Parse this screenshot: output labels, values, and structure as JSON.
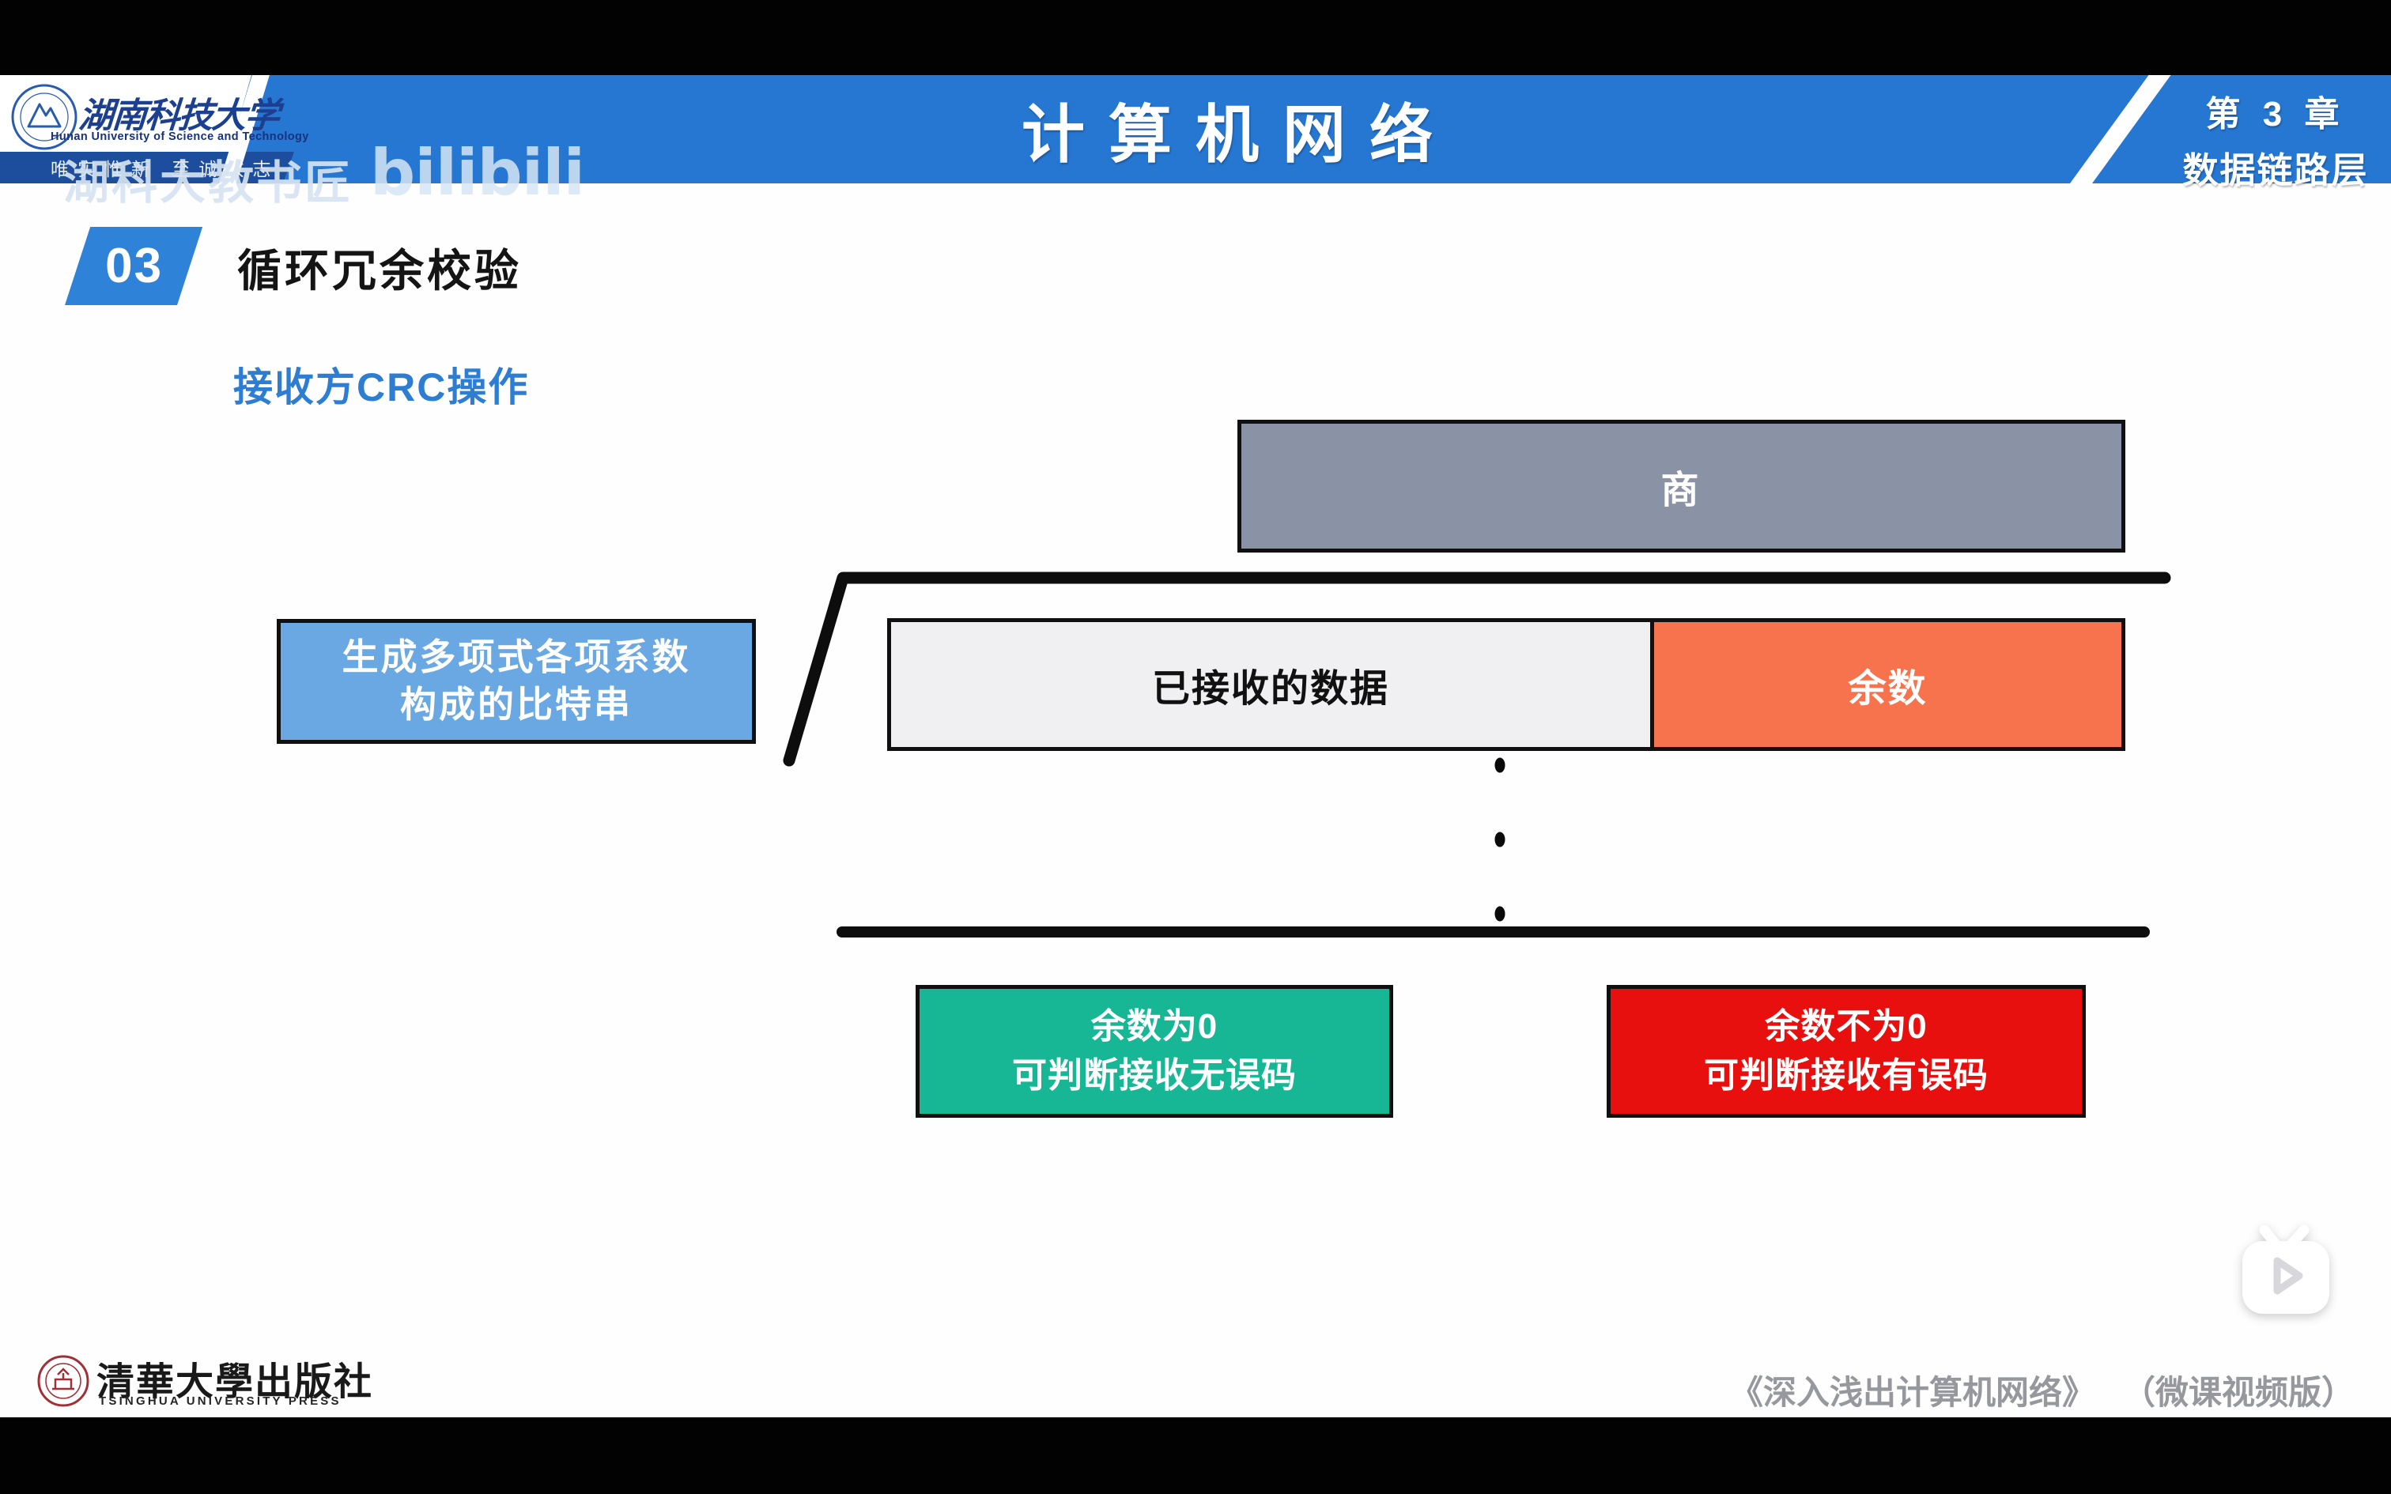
{
  "header": {
    "title": "计算机网络",
    "chapter_line1": "第 3 章",
    "chapter_line2": "数据链路层",
    "university_name": "湖南科技大学",
    "university_english": "Hunan University of Science and Technology",
    "motto": "唯实惟新 至诚致志",
    "colors": {
      "band_blue": "#2577d2",
      "motto_navy": "#1d4e9e"
    }
  },
  "watermarks": {
    "creator": "湖科大教书匠",
    "platform": "bilibili"
  },
  "section": {
    "number": "03",
    "title": "循环冗余校验"
  },
  "subtitle": "接收方CRC操作",
  "diagram": {
    "quotient_label": "商",
    "divisor_line1": "生成多项式各项系数",
    "divisor_line2": "构成的比特串",
    "dividend_label": "已接收的数据",
    "remainder_label": "余数",
    "ok_line1": "余数为0",
    "ok_line2": "可判断接收无误码",
    "error_line1": "余数不为0",
    "error_line2": "可判断接收有误码",
    "colors": {
      "quotient_gray": "#8a93a5",
      "divisor_blue": "#69a8e2",
      "dividend_gray": "#f0eff1",
      "remainder_orange": "#f6734e",
      "ok_green": "#17b694",
      "error_red": "#e8100e"
    }
  },
  "footer": {
    "publisher_cn": "清華大學出版社",
    "publisher_en": "TSINGHUA UNIVERSITY PRESS",
    "book_title": "《深入浅出计算机网络》",
    "book_edition": "（微课视频版）"
  }
}
